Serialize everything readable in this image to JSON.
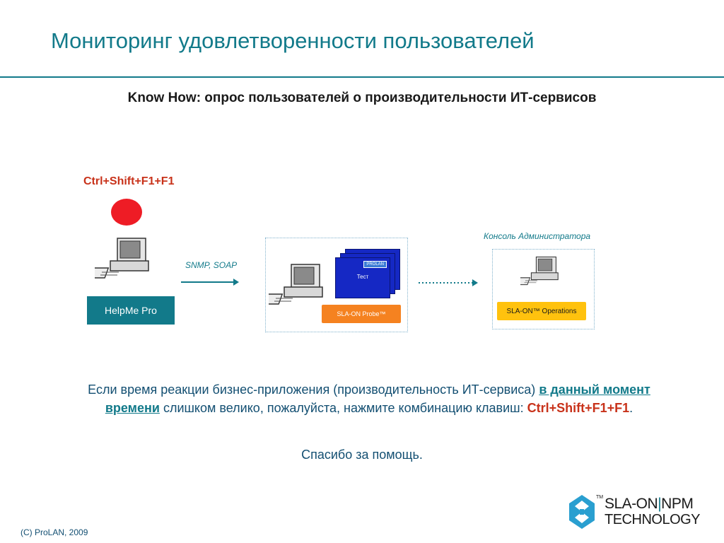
{
  "slide": {
    "title": "Мониторинг удовлетворенности пользователей",
    "subtitle_prefix": "Know How",
    "subtitle_rest": ": опрос пользователей о производительности ИТ-сервисов"
  },
  "diagram": {
    "hotkey": "Ctrl+Shift+F1+F1",
    "helpme_label": "HelpMe Pro",
    "protocol_label": "SNMP, SOAP",
    "probe_window_tag": "PROLAN",
    "probe_window_text": "Тест",
    "probe_label": "SLA-ON Probe™",
    "console_label": "Консоль Администратора",
    "operations_label": "SLA-ON™ Operations"
  },
  "body": {
    "line_part1": "Если время реакции бизнес-приложения (производительность ИТ-сервиса) ",
    "emphasis": "в данный момент времени",
    "line_part2": " слишком велико, пожалуйста, нажмите комбинацию клавиш: ",
    "hotkey": "Ctrl+Shift+F1+F1",
    "end": ".",
    "thanks": "Спасибо за помощь."
  },
  "footer": {
    "copyright": "(C) ProLAN, 2009",
    "logo_line1_a": "SLA-ON",
    "logo_line1_sep": "|",
    "logo_line1_b": "NPM",
    "logo_line2": "TECHNOLOGY",
    "logo_tm": "TM"
  },
  "colors": {
    "accent": "#127a8a",
    "hotkey_red": "#c8321a",
    "record_red": "#ee1c25",
    "probe_orange": "#f58220",
    "ops_yellow": "#ffc20e",
    "window_blue": "#1528c4"
  }
}
